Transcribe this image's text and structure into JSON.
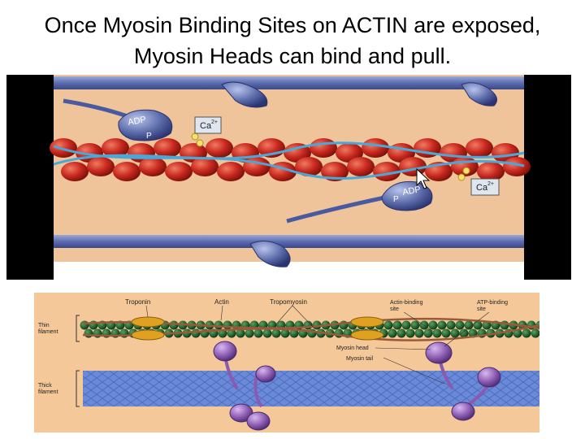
{
  "slide": {
    "title_line1": "Once Myosin Binding Sites on ACTIN are exposed,",
    "title_line2": "Myosin Heads can bind and pull."
  },
  "animation_panel": {
    "labels": {
      "adp_1": "ADP",
      "pi_1": "P",
      "ca_1": "Ca",
      "ca_1_sup": "2+",
      "adp_2": "ADP",
      "pi_2": "P",
      "ca_2": "Ca",
      "ca_2_sup": "2+"
    }
  },
  "diagram_panel": {
    "labels": {
      "troponin": "Troponin",
      "actin": "Actin",
      "tropomyosin": "Tropomyosin",
      "actin_binding_site_1": "Actin-binding",
      "actin_binding_site_2": "site",
      "atp_binding_site_1": "ATP-binding",
      "atp_binding_site_2": "site",
      "thin_filament_1": "Thin",
      "thin_filament_2": "filament",
      "myosin_head": "Myosin head",
      "myosin_tail": "Myosin tail",
      "thick_filament_1": "Thick",
      "thick_filament_2": "filament"
    }
  },
  "colors": {
    "actin_red": "#c8281e",
    "background_tan": "#f0c49a",
    "myosin_blue": "#5a6aa8",
    "myosin_purple": "#8a5ab0",
    "thick_filament_blue": "#6a8ad8",
    "actin_green": "#1e5a2a",
    "troponin_gold": "#e0a020"
  }
}
